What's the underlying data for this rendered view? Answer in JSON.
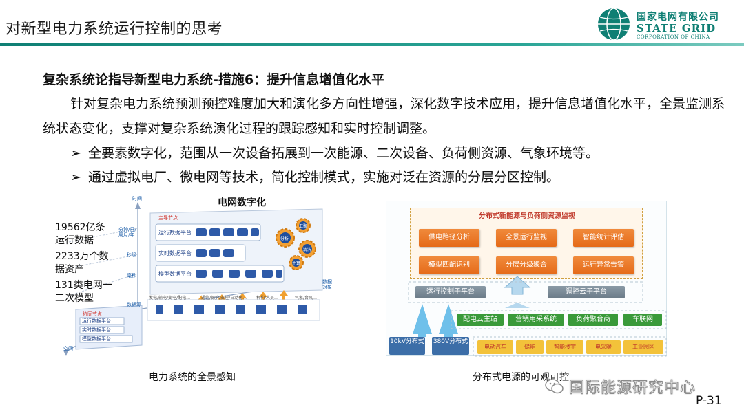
{
  "header": {
    "title": "对新型电力系统运行控制的思考",
    "logo_cn": "国家电网有限公司",
    "logo_en": "STATE GRID",
    "logo_en_sub": "CORPORATION OF CHINA",
    "accent_color": "#0f7f74"
  },
  "content": {
    "heading": "复杂系统论指导新型电力系统-措施6：提升信息增值化水平",
    "paragraph": "针对复杂电力系统预测预控难度加大和演化多方向性增强，深化数字技术应用，提升信息增值化水平，全景监测系统状态变化，支撑对复杂系统演化过程的跟踪感知和实时控制调整。",
    "bullets": [
      "全要素数字化，范围从一次设备拓展到一次能源、二次设备、负荷侧资源、气象环境等。",
      "通过虚拟电厂、微电网等技术，简化控制模式，实施对泛在资源的分层分区控制。"
    ],
    "bullet_marker": "➢"
  },
  "figure_left": {
    "title": "电网数字化",
    "stats": [
      "19562亿条运行数据",
      "2233万个数据资产",
      "131类电网一二次模型"
    ],
    "stat_lines": [
      [
        "19562亿条",
        "运行数据"
      ],
      [
        "2233万个数",
        "据资产"
      ],
      [
        "131类电网一",
        "二次模型"
      ]
    ],
    "caption": "电力系统的全景感知",
    "axis_time": "时间",
    "axis_space": "空间",
    "axis_object": "数据对象",
    "time_ticks": [
      "分钟/日/周月/年",
      "秒级",
      "毫秒"
    ],
    "platform_header": "主导节点",
    "platforms": [
      "运行数据平台",
      "实时数据平台",
      "模型数据平台"
    ],
    "gear_labels": [
      "分析",
      "清洗",
      "汇聚",
      "主算"
    ],
    "coord_header": "协同节点",
    "coord_items": [
      "运行数据平台",
      "实时数据平台",
      "模型数据平台"
    ],
    "bottom_labels": [
      "发电/输电/变电/配电…",
      "通信/保护/安控/自动化…",
      "机构/人员…",
      "气象/台风…"
    ],
    "source_label": "数据源"
  },
  "figure_right": {
    "title": "分布式新能源与负荷侧资源监视",
    "buttons": [
      "供电路径分析",
      "全景运行监视",
      "智能统计评估",
      "模型匹配识别",
      "分层分级聚合",
      "运行异常告警"
    ],
    "sub_platforms": [
      "运行控制子平台",
      "调控云子平台"
    ],
    "green_items": [
      "配电云主站",
      "营销用采系统",
      "负荷聚合商",
      "车联网"
    ],
    "blue_items": [
      "10kV分布式",
      "380V分布式"
    ],
    "yellow_items": [
      "电动汽车",
      "储能",
      "智能楼宇",
      "电采暖",
      "工业园区"
    ],
    "caption": "分布式电源的可观可控"
  },
  "footer": {
    "watermark": "国际能源研究中心",
    "page": "P-31"
  }
}
